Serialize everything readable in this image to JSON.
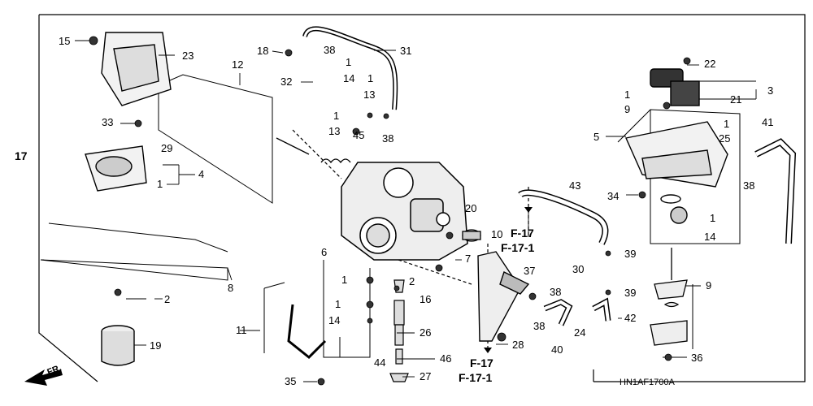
{
  "diagram": {
    "code": "HN1AF1700A",
    "front_marker": "FR.",
    "refs": {
      "r1a": "F-17",
      "r1b": "F-17-1",
      "r2a": "F-17",
      "r2b": "F-17-1"
    },
    "labels": {
      "l15": "15",
      "l23": "23",
      "l18": "18",
      "l38a": "38",
      "l31": "31",
      "l22": "22",
      "l12": "12",
      "l1a": "1",
      "l1b": "1",
      "l32": "32",
      "l14a": "14",
      "l3": "3",
      "l1c": "1",
      "l13a": "13",
      "l21": "21",
      "l9a": "9",
      "l33": "33",
      "l1d": "1",
      "l13b": "13",
      "l45": "45",
      "l38b": "38",
      "l5": "5",
      "l1e": "1",
      "l25": "25",
      "l41": "41",
      "l17": "17",
      "l29": "29",
      "l4": "4",
      "l1f": "1",
      "l43": "43",
      "l34": "34",
      "l38c": "38",
      "l20": "20",
      "l1g": "1",
      "l14b": "14",
      "l10": "10",
      "l39a": "39",
      "l7": "7",
      "l6": "6",
      "l37": "37",
      "l30": "30",
      "l8": "8",
      "l1h": "1",
      "l2a": "2",
      "l39b": "39",
      "l9b": "9",
      "l2b": "2",
      "l16": "16",
      "l1i": "1",
      "l38d": "38",
      "l42": "42",
      "l14c": "14",
      "l11": "11",
      "l38e": "38",
      "l24": "24",
      "l26": "26",
      "l40": "40",
      "l28": "28",
      "l19": "19",
      "l44": "44",
      "l46": "46",
      "l36": "36",
      "l35": "35",
      "l27": "27"
    }
  }
}
